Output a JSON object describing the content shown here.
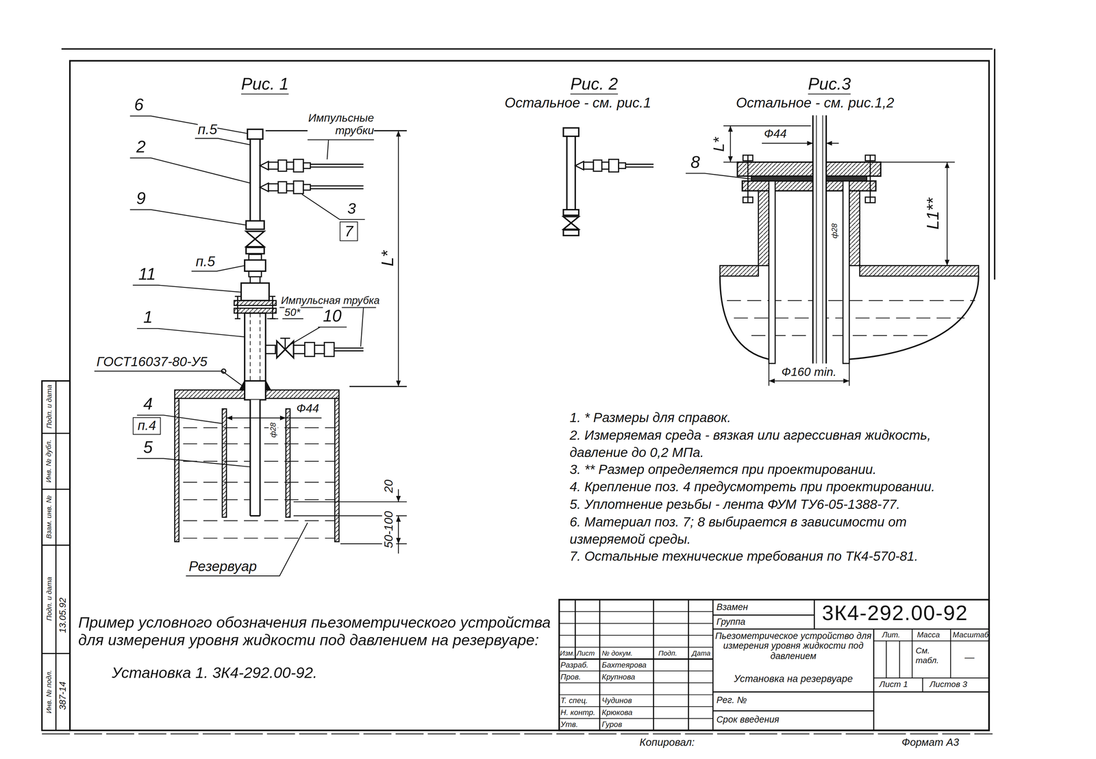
{
  "diagram": {
    "nodes": [
      {
        "text": [
          "7"
        ]
      },
      {
        "text": [
          "п.4"
        ]
      }
    ],
    "labels": [
      "Рис. 1",
      "Рис. 2",
      "Остальное - см. рис.1",
      "Рис.3",
      "Остальное - см. рис.1,2",
      "6",
      "п.5",
      "Импульсные трубки",
      "2",
      "9",
      "3",
      "п.5",
      "11",
      "Импульсная трубка",
      "50*",
      "1",
      "10",
      "ГОСТ16037-80-У5",
      "4",
      "5",
      "Ф44",
      "ф28",
      "L*",
      "20",
      "50-100",
      "Резервуар",
      "Ф44",
      "L*",
      "8",
      "L1**",
      "ф28",
      "Ф160 min.",
      "1. * Размеры для справок.",
      "2. Измеряемая среда - вязкая или агрессивная жидкость, давление до 0,2 МПа.",
      "3. ** Размер определяется при проектировании.",
      "4. Крепление поз. 4 предусмотреть при проектировании.",
      "5. Уплотнение резьбы - лента ФУМ ТУ6-05-1388-77.",
      "6. Материал поз. 7; 8 выбирается в зависимости от измеряемой среды.",
      "7. Остальные технические требования по ТК4-570-81.",
      "Пример условного обозначения пьезометрического устройства для измерения уровня жидкости под давлением на резервуаре:",
      "Установка 1. 3К4-292.00-92.",
      "Взамен",
      "Группа",
      "3К4-292.00-92",
      "Пьезометрическое устройство для измерения уровня жидкости под давлением",
      "Установка на резервуаре",
      "Лит.",
      "Масса",
      "Масштаб",
      "См. табл.",
      "—",
      "Лист 1",
      "Листов 3",
      "Изм.",
      "Лист",
      "№ докум.",
      "Подп.",
      "Дата",
      "Разраб.",
      "Бахтеярова",
      "Пров.",
      "Крупнова",
      "Т. спец.",
      "Чудинов",
      "Н. контр.",
      "Крюкова",
      "Утв.",
      "Гуров",
      "Рег. №",
      "Срок введения",
      "Копировал:",
      "Формат А3",
      "Подп. и дата",
      "Инв. № дубл.",
      "Взам. инв. №",
      "Подп. и дата",
      "Инв. № подл.",
      "13.05.92",
      "387-14"
    ]
  }
}
